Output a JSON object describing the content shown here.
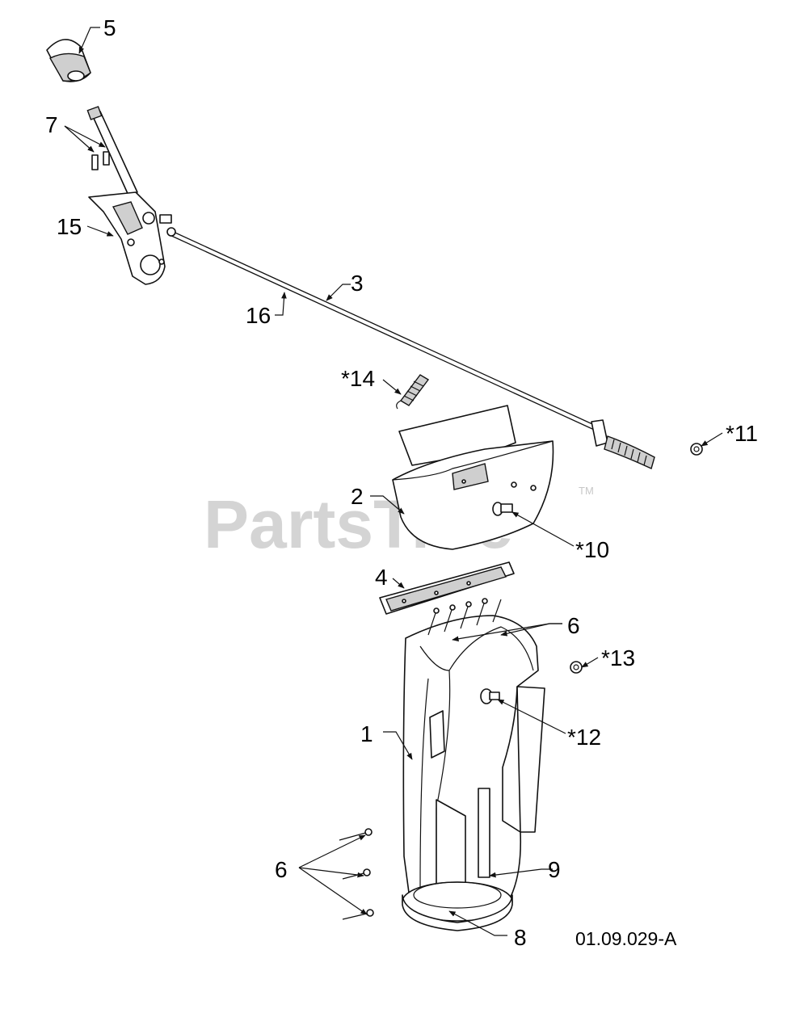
{
  "watermark": {
    "text": "PartsTree",
    "trademark": "TM",
    "color": "#d4d4d4"
  },
  "drawing_code": "01.09.029-A",
  "callouts": {
    "c1": "1",
    "c2": "2",
    "c3": "3",
    "c4": "4",
    "c5": "5",
    "c6_top": "6",
    "c6_left": "6",
    "c7": "7",
    "c8": "8",
    "c9": "9",
    "c10": "*10",
    "c11": "*11",
    "c12": "*12",
    "c13": "*13",
    "c14": "*14",
    "c15": "15",
    "c16": "16"
  }
}
